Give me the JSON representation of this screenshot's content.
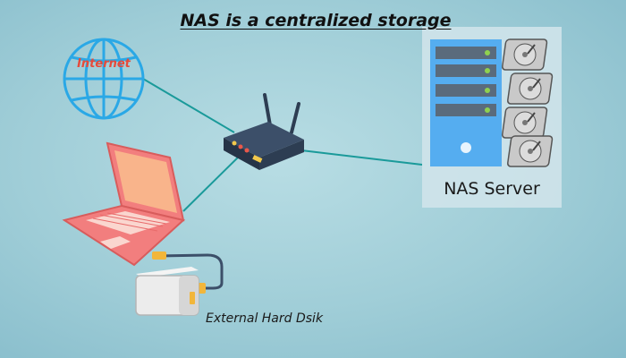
{
  "title": "NAS is a centralized storage",
  "nodes": {
    "internet": {
      "label": "Internet"
    },
    "router": {},
    "laptop": {},
    "nas_server": {
      "label": "NAS Server"
    },
    "external_disk": {
      "label": "External Hard Dsik"
    }
  },
  "colors": {
    "link": "#1a9a9a",
    "globe": "#2aa8e6",
    "internet_text": "#e64a3a",
    "laptop": "#f27e7e",
    "laptop_screen": "#f9b48b",
    "router": "#2d3d52",
    "server": "#55adf0",
    "server_panel": "#cfe3ea",
    "led_green": "#8fd14f"
  }
}
